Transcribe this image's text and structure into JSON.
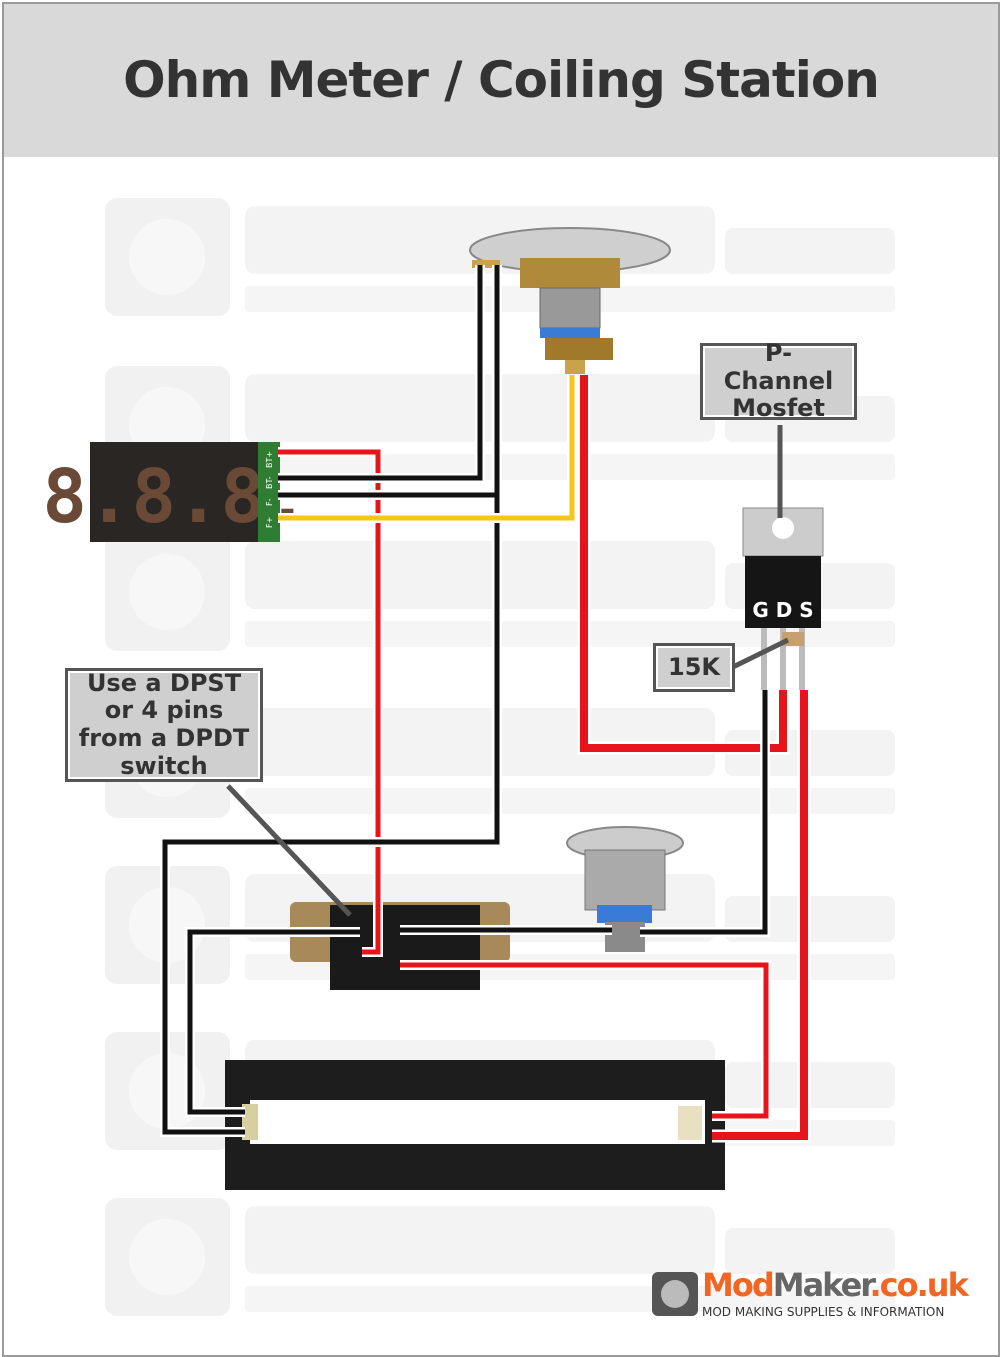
{
  "title": "Ohm Meter / Coiling Station",
  "watermark": {
    "name": "ModMaker.co.uk",
    "tagline": "MOD MAKING SUPPLIES & INFORMATION"
  },
  "labels": {
    "mosfet": "P-Channel Mosfet",
    "mosfet_pins": "G D S",
    "resistor": "15K",
    "switch_note": "Use a DPST or 4 pins from a DPDT switch"
  },
  "meter": {
    "display": "8.8.8.",
    "pins": [
      "BT+",
      "BT-",
      "F-",
      "F+"
    ]
  },
  "brand": {
    "name_orange": "Mod",
    "name_gray": "Maker",
    "domain": ".co.uk",
    "tagline": "MOD MAKING SUPPLIES & INFORMATION"
  },
  "colors": {
    "positive_wire": "#e8141b",
    "negative_wire": "#111111",
    "sense_wire": "#f5c518",
    "accent": "#f26522"
  }
}
